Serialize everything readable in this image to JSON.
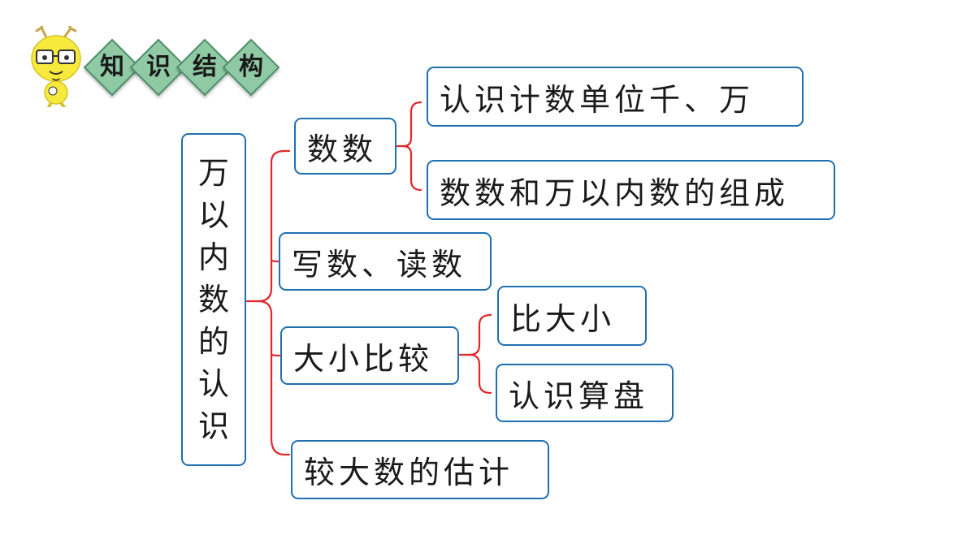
{
  "header": {
    "tags": [
      "知",
      "识",
      "结",
      "构"
    ]
  },
  "root": {
    "chars": [
      "万",
      "以",
      "内",
      "数",
      "的",
      "认",
      "识"
    ]
  },
  "branches": {
    "shushu": "数数",
    "jishu_danwei": "认识计数单位千、万",
    "zucheng": "数数和万以内数的组成",
    "xieshu_dushu": "写数、读数",
    "daxiao_bijiao": "大小比较",
    "bi_daxiao": "比大小",
    "suanpan": "认识算盘",
    "guji": "较大数的估计"
  },
  "colors": {
    "border": "#1f6fb2",
    "connector": "#e0262b",
    "tag_fill": "#8fcaa5",
    "tag_border": "#4e8f6b"
  }
}
